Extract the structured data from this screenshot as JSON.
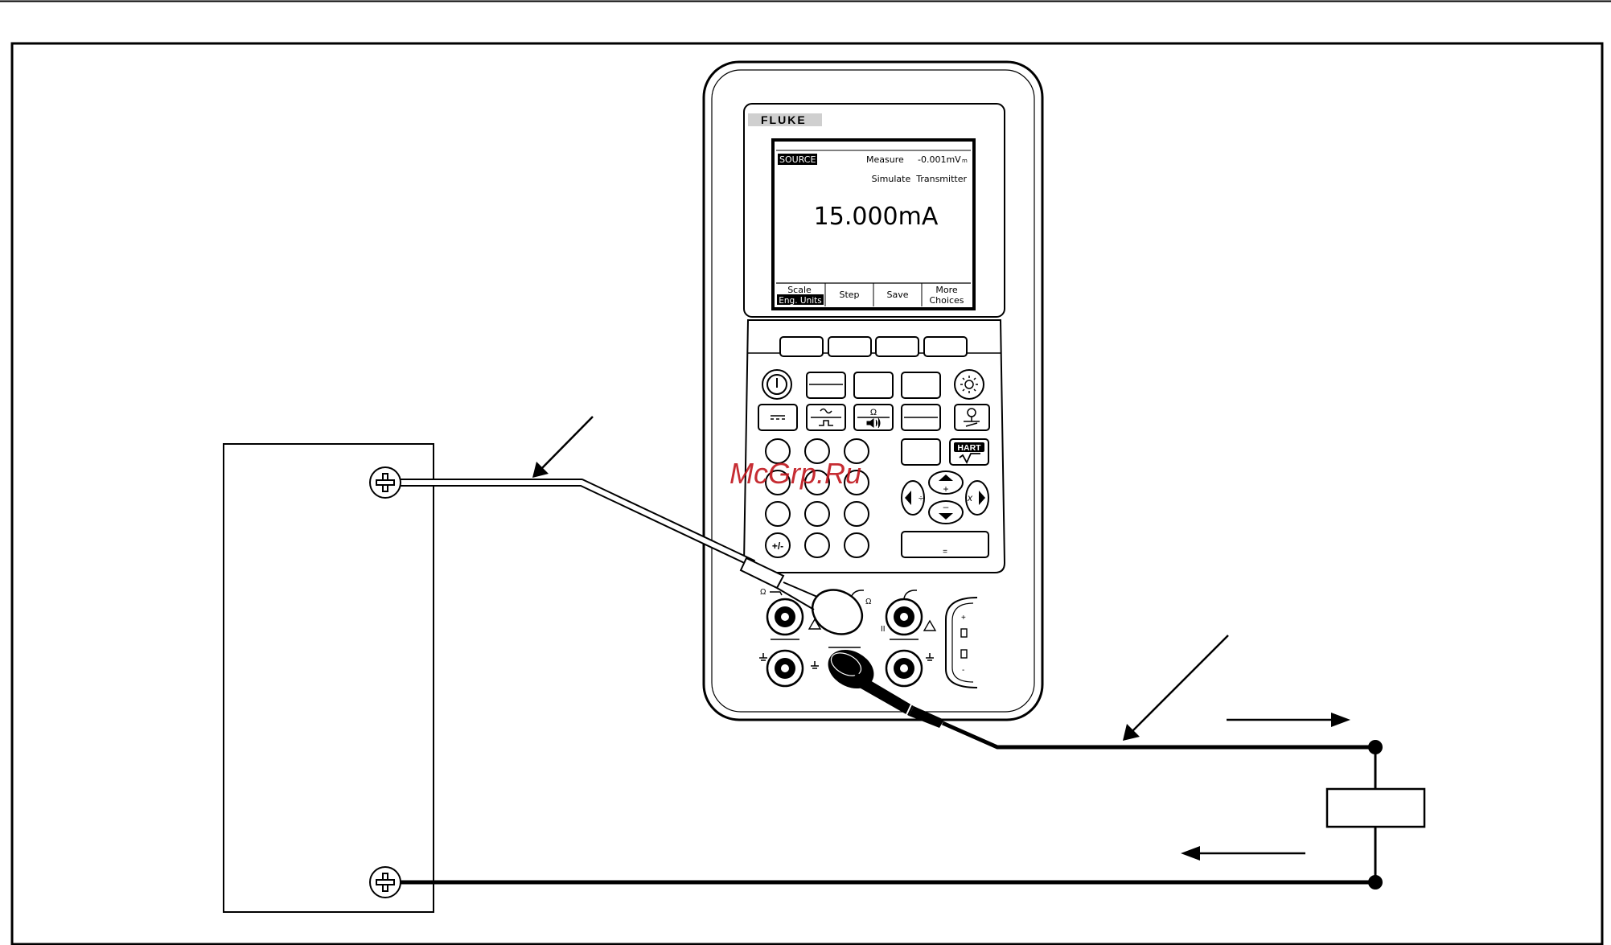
{
  "device": {
    "brand": "FLUKE",
    "screen": {
      "mode_label": "SOURCE",
      "measure_label": "Measure",
      "measure_value": "-0.001mV",
      "measure_unit_suffix": "m",
      "function_label": "Simulate  Transmitter",
      "main_reading": "15.000mA",
      "softkeys": [
        {
          "line1": "Scale",
          "line2": "Eng. Units"
        },
        {
          "line1": "Step",
          "line2": ""
        },
        {
          "line1": "Save",
          "line2": ""
        },
        {
          "line1": "More",
          "line2": "Choices"
        }
      ]
    },
    "keypad": {
      "hart_label": "HART",
      "plusminus_label": "+/-",
      "equals_label": "=",
      "ohm_symbol": "Ω",
      "plus_symbol": "+",
      "minus_symbol": "–"
    },
    "terminals": {
      "ohm_left": "Ω",
      "ohm_right": "Ω",
      "ii_label": "II",
      "plus_label": "+",
      "minus_label": "-"
    }
  },
  "watermark": "McGrp.Ru",
  "colors": {
    "watermark": "#c0161c",
    "line": "#000000",
    "background": "#ffffff"
  },
  "icons": [
    "power-icon",
    "backlight-icon",
    "dc-icon",
    "ac-pulse-icon",
    "ohm-continuity-icon",
    "thermocouple-icon",
    "sqrt-icon",
    "arrow-up-icon",
    "arrow-down-icon",
    "arrow-left-icon",
    "arrow-right-icon",
    "terminal-screw-icon",
    "current-flow-arrow-icon"
  ]
}
